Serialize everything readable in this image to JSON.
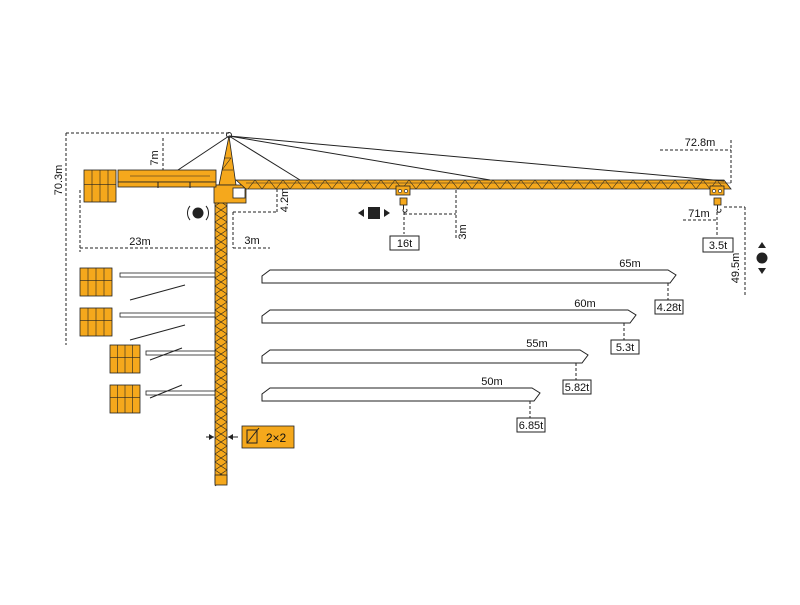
{
  "colors": {
    "crane": "#F5A81C",
    "outline": "#222222",
    "background": "#ffffff"
  },
  "dimensions": {
    "total_height": "70.3m",
    "cab_height": "7m",
    "counter_jib_length": "23m",
    "offset": "3m",
    "jib_height": "4.2m",
    "max_span": "72.8m",
    "hook_height": "49.5m",
    "tip_radius": "71m",
    "near_hook_drop": "3m"
  },
  "loads": {
    "max_load": "16t",
    "tip_load": "3.5t"
  },
  "jib_options": [
    {
      "length": "65m",
      "tip_load": "4.28t"
    },
    {
      "length": "60m",
      "tip_load": "5.3t"
    },
    {
      "length": "55m",
      "tip_load": "5.82t"
    },
    {
      "length": "50m",
      "tip_load": "6.85t"
    }
  ],
  "mast_section": {
    "label": "2×2"
  },
  "icons": {
    "slewing": "slewing-icon",
    "trolley": "trolley-travel-icon",
    "hoist": "hoist-icon"
  }
}
